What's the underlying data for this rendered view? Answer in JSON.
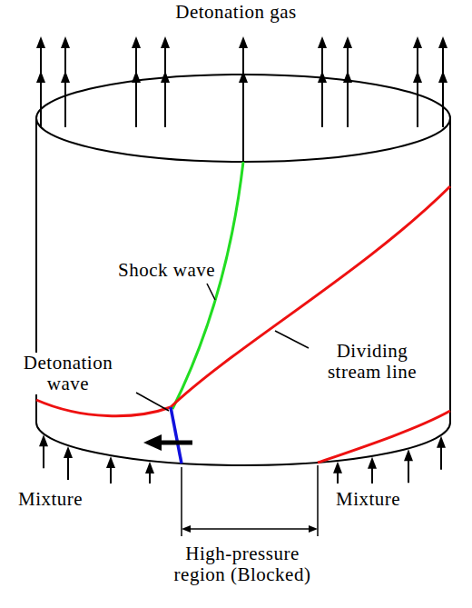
{
  "diagram": {
    "labels": [
      "Detonation gas",
      "Shock wave",
      "Dividing stream line",
      "Detonation wave",
      "Mixture",
      "Mixture",
      "High-pressure region (Blocked)"
    ]
  }
}
